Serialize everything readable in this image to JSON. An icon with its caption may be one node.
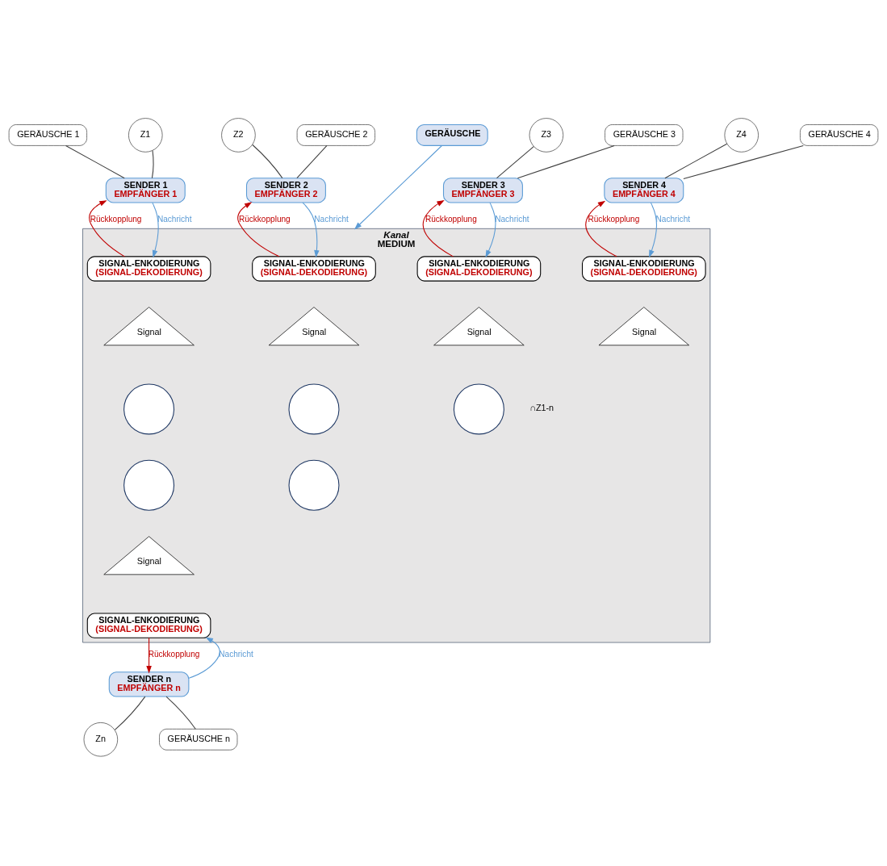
{
  "diagram": {
    "nodes": [
      {
        "text": [
          "GERÄUSCHE 2"
        ]
      },
      {
        "text": [
          "GERÄUSCHE"
        ]
      },
      {
        "text": [
          "Z3"
        ]
      },
      {
        "text": [
          "GERÄUSCHE 3"
        ]
      },
      {
        "text": [
          "Z2"
        ]
      },
      {
        "text": [
          "SENDER 2",
          "EMPFÄNGER 2"
        ]
      },
      {
        "text": [
          "SENDER 3",
          "EMPFÄNGER 3"
        ]
      },
      {
        "text": [
          "Kanal",
          "MEDIUM"
        ]
      },
      {
        "text": [
          "SIGNAL-ENKODIERUNG",
          "(SIGNAL-DEKODIERUNG)"
        ],
        "in": 7
      },
      {
        "text": [
          "SIGNAL-ENKODIERUNG",
          "(SIGNAL-DEKODIERUNG)"
        ],
        "in": 7
      },
      {
        "text": [
          "Signal"
        ],
        "in": 7
      },
      {
        "text": [
          "Signal"
        ],
        "in": 7
      },
      {
        "text": [
          "SIGNAL-ENKODIERUNG",
          "(SIGNAL-DEKODIERUNG)"
        ],
        "in": 7
      },
      {
        "text": [
          "Signal"
        ],
        "in": 7
      },
      {
        "text": [
          "Signal"
        ],
        "in": 7
      },
      {
        "text": [
          "SIGNAL-ENKODIERUNG",
          "(SIGNAL-DEKODIERUNG)"
        ],
        "in": 7
      },
      {
        "text": [],
        "shape": "circle",
        "in": 7
      },
      {
        "text": [],
        "shape": "circle",
        "in": 7
      },
      {
        "text": [],
        "shape": "circle",
        "in": 7
      },
      {
        "text": [],
        "shape": "circle",
        "in": 7
      },
      {
        "text": [],
        "shape": "circle",
        "in": 7
      },
      {
        "text": [
          "Signal"
        ],
        "in": 7
      },
      {
        "text": [
          "SIGNAL-ENKODIERUNG",
          "(SIGNAL-DEKODIERUNG)"
        ],
        "in": 7
      },
      {
        "text": [
          "GERÄUSCHE 1"
        ]
      },
      {
        "text": [
          "SENDER 1",
          "EMPFÄNGER 1"
        ]
      },
      {
        "text": [
          "Z4"
        ]
      },
      {
        "text": [
          "SENDER 4",
          "EMPFÄNGER 4"
        ]
      },
      {
        "text": [
          "GERÄUSCHE 4"
        ]
      },
      {
        "text": [
          "Z1"
        ]
      },
      {
        "text": [
          "SENDER n",
          "EMPFÄNGER n"
        ]
      },
      {
        "text": [
          "Zn"
        ]
      },
      {
        "text": [
          "GERÄUSCHE n"
        ]
      }
    ],
    "edges": [
      {
        "from": 1,
        "to": 7,
        "arrow": "to",
        "color": "#5b9bd5"
      },
      {
        "from": 0,
        "to": 5,
        "arrow": "none"
      },
      {
        "from": 4,
        "to": 5,
        "arrow": "none"
      },
      {
        "from": 2,
        "to": 6,
        "arrow": "none"
      },
      {
        "from": 3,
        "to": 6,
        "arrow": "none"
      },
      {
        "from": 5,
        "to": 8,
        "arrow": "to",
        "label": "Nachricht",
        "color": "#5b9bd5"
      },
      {
        "from": 8,
        "to": 5,
        "arrow": "to",
        "label": "Rückkopplung",
        "color": "#c00000"
      },
      {
        "from": 6,
        "to": 9,
        "arrow": "to",
        "label": "Nachricht",
        "color": "#5b9bd5"
      },
      {
        "from": 9,
        "to": 6,
        "arrow": "to",
        "label": "Rückkopplung",
        "color": "#c00000"
      },
      {
        "from": 24,
        "to": 12,
        "arrow": "to",
        "label": "Nachricht",
        "color": "#5b9bd5"
      },
      {
        "from": 12,
        "to": 24,
        "arrow": "to",
        "label": "Rückkopplung",
        "color": "#c00000"
      },
      {
        "from": 26,
        "to": 15,
        "arrow": "to",
        "label": "Nachricht",
        "color": "#5b9bd5"
      },
      {
        "from": 15,
        "to": 26,
        "arrow": "to",
        "label": "Rückkopplung",
        "color": "#c00000"
      },
      {
        "from": 29,
        "to": 22,
        "arrow": "to",
        "label": "Nachricht",
        "color": "#5b9bd5"
      },
      {
        "from": 22,
        "to": 29,
        "arrow": "to",
        "label": "Rückkopplung",
        "color": "#c00000"
      },
      {
        "from": 23,
        "to": 24,
        "arrow": "none"
      },
      {
        "from": 28,
        "to": 24,
        "arrow": "none"
      },
      {
        "from": 25,
        "to": 26,
        "arrow": "none"
      },
      {
        "from": 27,
        "to": 26,
        "arrow": "none"
      },
      {
        "from": 30,
        "to": 29,
        "arrow": "none"
      },
      {
        "from": 31,
        "to": 29,
        "arrow": "none"
      }
    ],
    "labels": [
      "∩Z1-n"
    ]
  }
}
